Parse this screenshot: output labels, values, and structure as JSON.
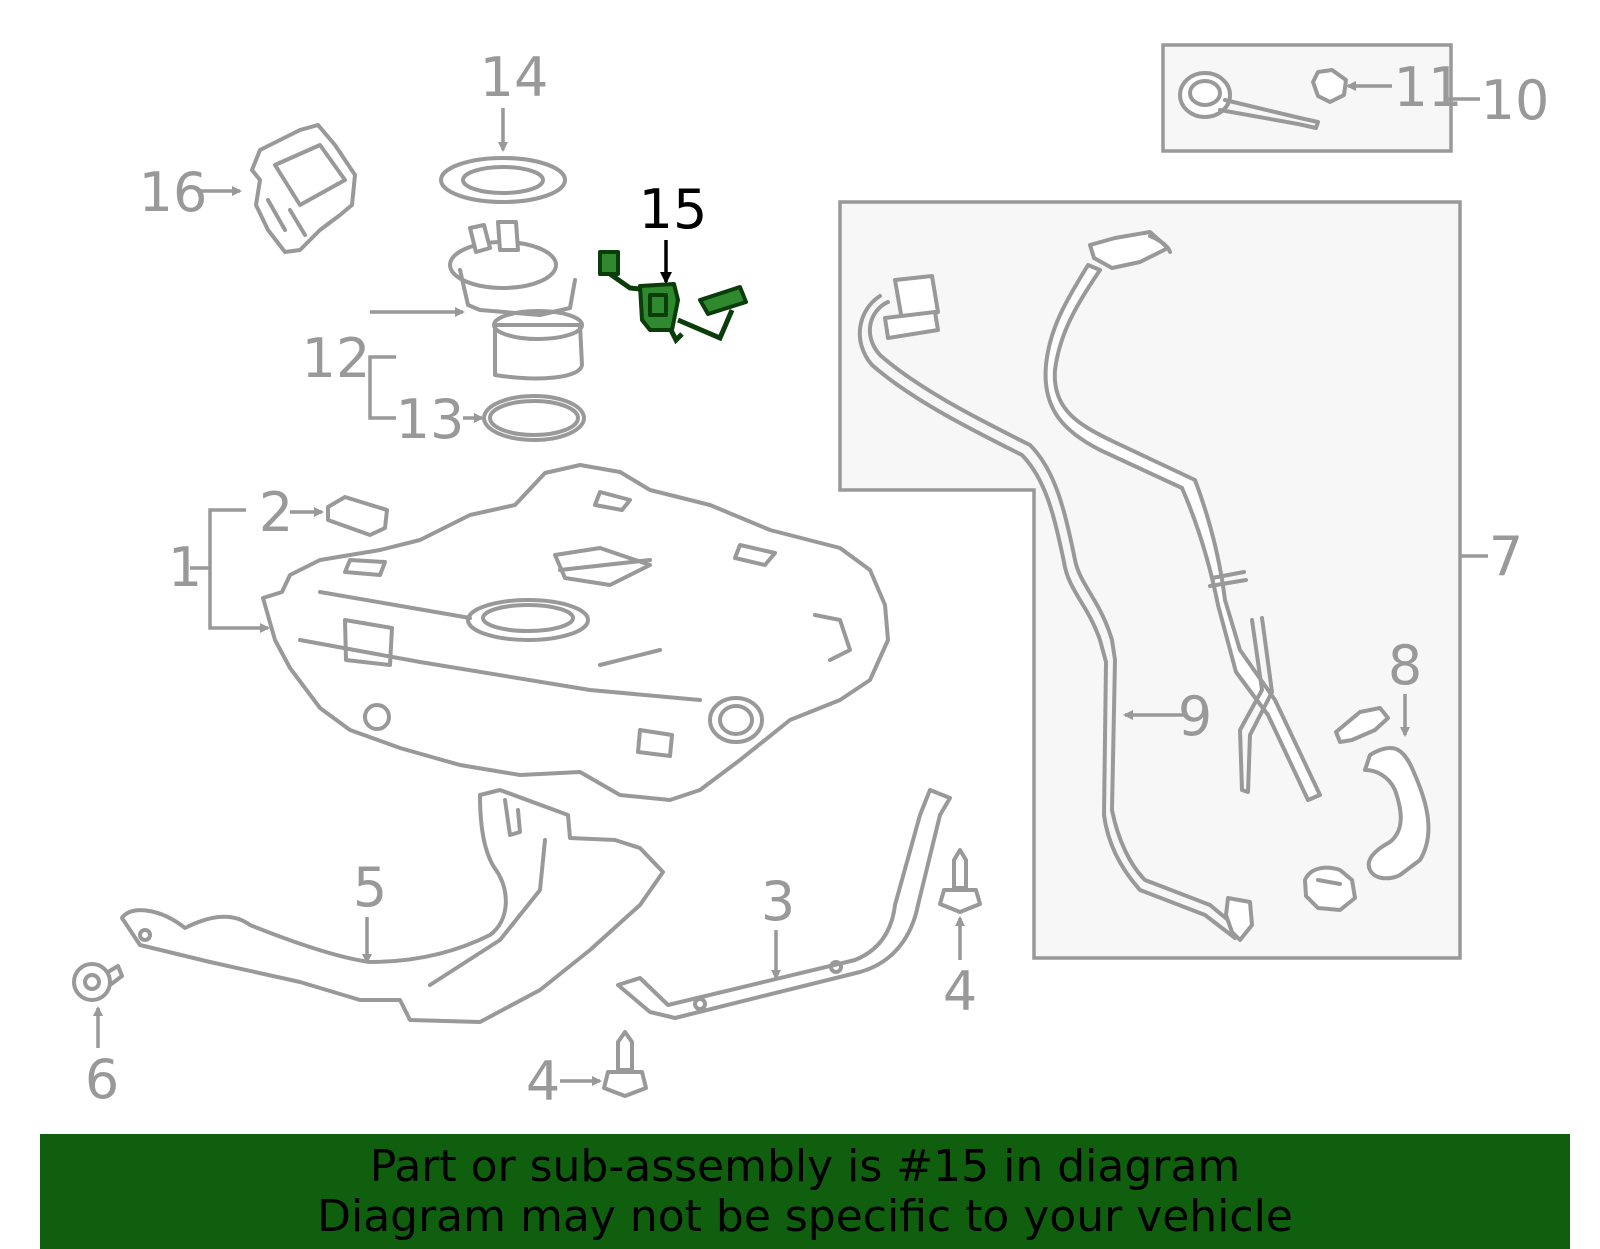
{
  "callouts": {
    "c1": "1",
    "c2": "2",
    "c3": "3",
    "c4a": "4",
    "c4b": "4",
    "c5": "5",
    "c6": "6",
    "c7": "7",
    "c8": "8",
    "c9": "9",
    "c10": "10",
    "c11": "11",
    "c12": "12",
    "c13": "13",
    "c14": "14",
    "c15": "15",
    "c16": "16"
  },
  "banner": {
    "line1": "Part or sub-assembly is #15 in diagram",
    "line2": "Diagram may not be specific to your vehicle"
  },
  "colors": {
    "banner_bg": "#0f5f0f",
    "highlight_part": "#2f8a2f",
    "line_art": "#999999"
  }
}
